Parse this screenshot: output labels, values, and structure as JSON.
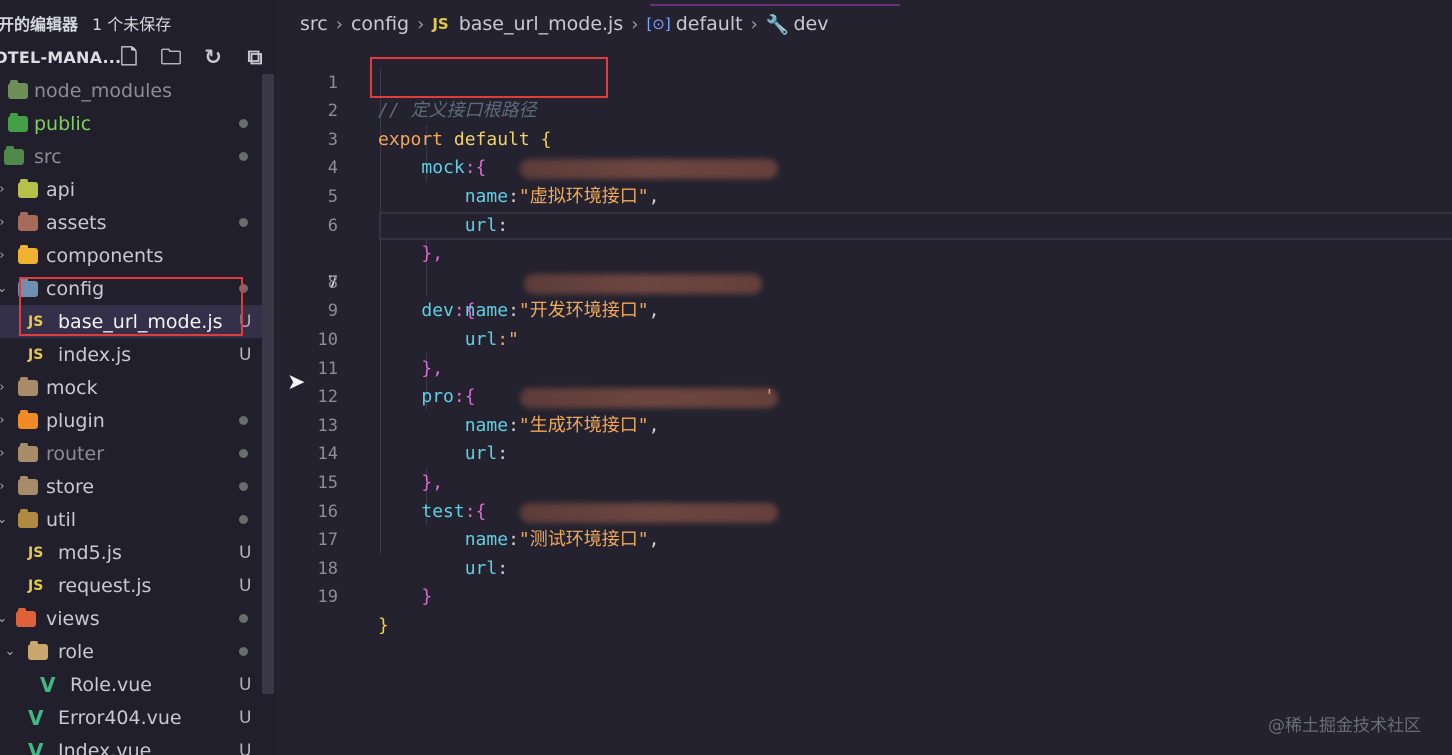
{
  "sidebar": {
    "open_editors_title": "开的编辑器",
    "open_editors_status": "1 个未保存",
    "project_name": "OTEL-MANA...",
    "actions": [
      "new-file",
      "new-folder",
      "refresh",
      "collapse"
    ],
    "items": [
      {
        "label": "node_modules",
        "status": "",
        "kind": "folder"
      },
      {
        "label": "public",
        "status": "dot",
        "kind": "folder"
      },
      {
        "label": "src",
        "status": "dot",
        "kind": "folder"
      },
      {
        "label": "api",
        "status": "",
        "kind": "folder"
      },
      {
        "label": "assets",
        "status": "dot",
        "kind": "folder"
      },
      {
        "label": "components",
        "status": "",
        "kind": "folder"
      },
      {
        "label": "config",
        "status": "dot",
        "kind": "folder"
      },
      {
        "label": "base_url_mode.js",
        "status": "U",
        "kind": "js"
      },
      {
        "label": "index.js",
        "status": "U",
        "kind": "js"
      },
      {
        "label": "mock",
        "status": "",
        "kind": "folder"
      },
      {
        "label": "plugin",
        "status": "dot",
        "kind": "folder"
      },
      {
        "label": "router",
        "status": "dot",
        "kind": "folder"
      },
      {
        "label": "store",
        "status": "dot",
        "kind": "folder"
      },
      {
        "label": "util",
        "status": "dot",
        "kind": "folder"
      },
      {
        "label": "md5.js",
        "status": "U",
        "kind": "js"
      },
      {
        "label": "request.js",
        "status": "U",
        "kind": "js"
      },
      {
        "label": "views",
        "status": "dot",
        "kind": "folder"
      },
      {
        "label": "role",
        "status": "dot",
        "kind": "folder"
      },
      {
        "label": "Role.vue",
        "status": "U",
        "kind": "vue"
      },
      {
        "label": "Error404.vue",
        "status": "U",
        "kind": "vue"
      },
      {
        "label": "Index.vue",
        "status": "U",
        "kind": "vue"
      }
    ]
  },
  "breadcrumb": {
    "parts": [
      "src",
      "config",
      "base_url_mode.js",
      "default",
      "dev"
    ],
    "js_badge": "JS"
  },
  "code": {
    "line_numbers": [
      "1",
      "2",
      "3",
      "4",
      "5",
      "6",
      "7",
      "8",
      "9",
      "10",
      "11",
      "12",
      "13",
      "14",
      "15",
      "16",
      "17",
      "18",
      "19"
    ],
    "active_line": "7",
    "comment": "// 定义接口根路径",
    "kw_export": "export",
    "kw_default": "default",
    "open_brace": "{",
    "close_brace": "}",
    "close_brace_comma": "},",
    "colon_brace": ":{",
    "colon": ":",
    "colon_quote": ":\"",
    "comma": ",",
    "quote": "'",
    "name_key": "name",
    "url_key": "url",
    "envs": [
      {
        "key": "mock",
        "name": "\"虚拟环境接口\""
      },
      {
        "key": "dev",
        "name": "\"开发环境接口\""
      },
      {
        "key": "pro",
        "name": "\"生成环境接口\""
      },
      {
        "key": "test",
        "name": "\"测试环境接口\""
      }
    ]
  },
  "js_icon_text": "JS",
  "watermark": "@稀土掘金技术社区",
  "colors": {
    "highlight_box": "#e23b3b",
    "keyword": "#f0a85b",
    "property": "#5fd0e4",
    "brace_gold": "#f2ce4a",
    "brace_magenta": "#d96bd2"
  }
}
